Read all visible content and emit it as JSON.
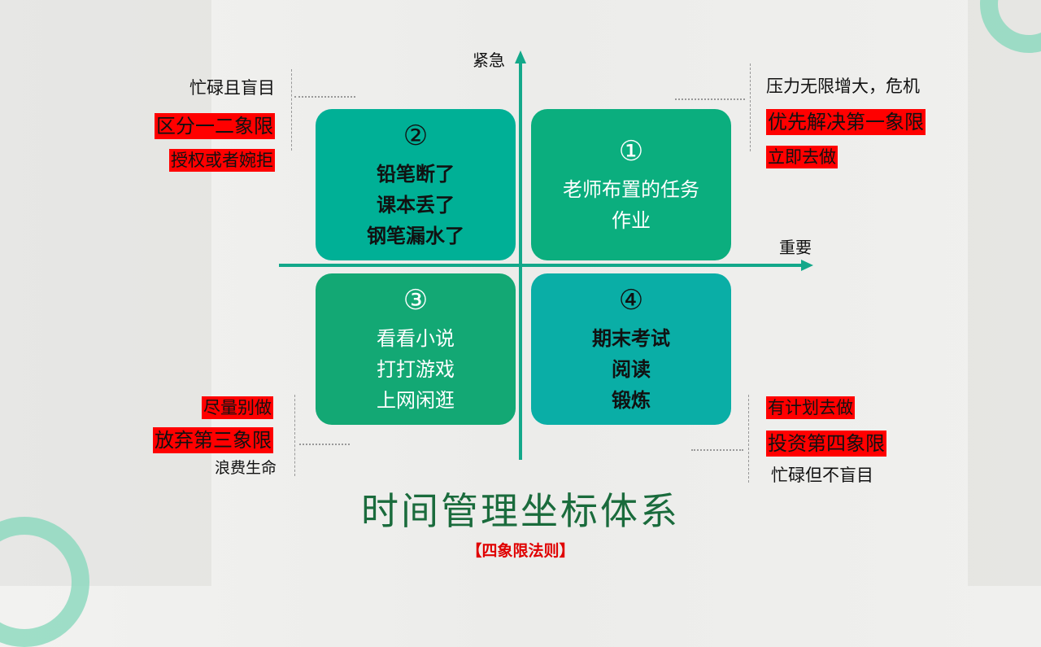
{
  "axes": {
    "y_label": "紧急",
    "x_label": "重要"
  },
  "quadrants": [
    {
      "number": "①",
      "lines": [
        "老师布置的任务",
        "作业"
      ],
      "color": "#0bae7e"
    },
    {
      "number": "②",
      "lines": [
        "铅笔断了",
        "课本丢了",
        "钢笔漏水了"
      ],
      "color": "#00b096"
    },
    {
      "number": "③",
      "lines": [
        "看看小说",
        "打打游戏",
        "上网闲逛"
      ],
      "color": "#13a874"
    },
    {
      "number": "④",
      "lines": [
        "期末考试",
        "阅读",
        "锻炼"
      ],
      "color": "#0aaea6"
    }
  ],
  "notes": {
    "q1": [
      "压力无限增大，危机",
      "优先解决第一象限",
      "立即去做"
    ],
    "q2": [
      "忙碌且盲目",
      "区分一二象限",
      "授权或者婉拒"
    ],
    "q3": [
      "尽量别做",
      "放弃第三象限",
      "浪费生命"
    ],
    "q4": [
      "有计划去做",
      "投资第四象限",
      "忙碌但不盲目"
    ]
  },
  "title": "时间管理坐标体系",
  "subtitle": "【四象限法则】",
  "colors": {
    "title": "#1a6b3c",
    "subtitle": "#e00000",
    "axis": "#13a88a",
    "highlight": "#ff0000"
  }
}
